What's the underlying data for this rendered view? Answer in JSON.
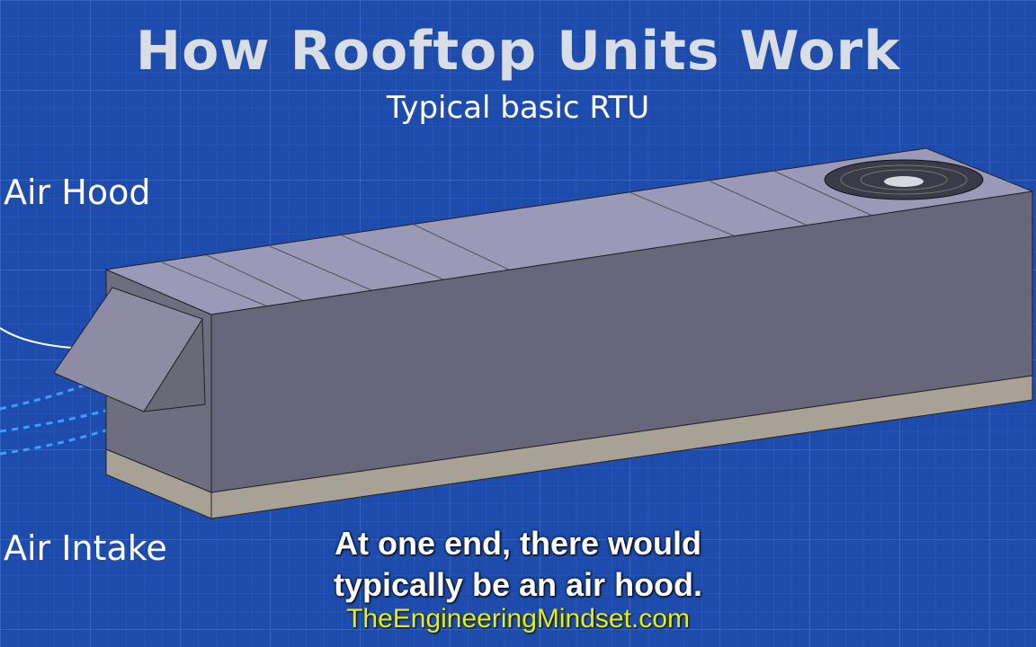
{
  "title": "How Rooftop Units Work",
  "subtitle": "Typical basic RTU",
  "labels": {
    "air_hood": "Air Hood",
    "air_intake": "Air Intake"
  },
  "caption": {
    "line1": "At one end, there would",
    "line2": "typically be an air hood."
  },
  "brand": "TheEngineeringMindset.com",
  "colors": {
    "background": "#1d4cad",
    "caption_brand": "#e8f000"
  }
}
